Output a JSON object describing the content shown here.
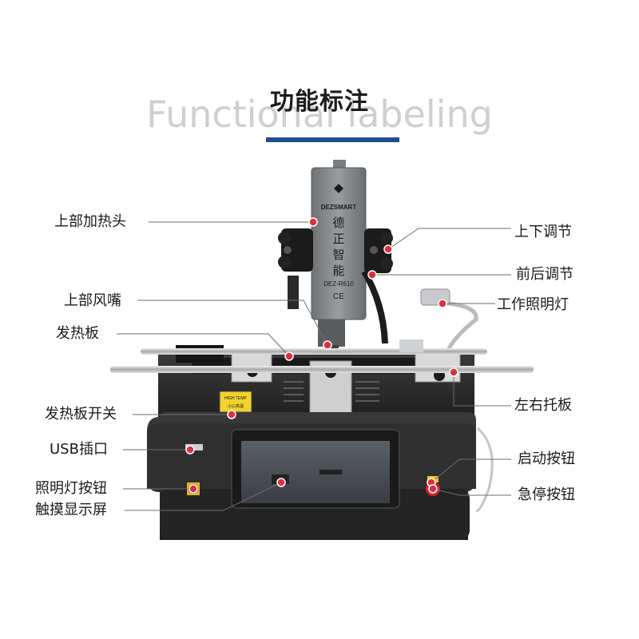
{
  "header": {
    "title_cn": "功能标注",
    "title_en": "Functional labeling"
  },
  "device": {
    "brand": "DEZSMART",
    "head_chars": [
      "德",
      "正",
      "智",
      "能"
    ],
    "model": "DEZ-R610",
    "ce_mark": "CE",
    "warning_top": "HIGH TEMP",
    "warning_bottom": "小心高温"
  },
  "labels": {
    "top_heater": "上部加热头",
    "up_down": "上下调节",
    "front_back": "前后调节",
    "top_nozzle": "上部风嘴",
    "work_light": "工作照明灯",
    "heating_plate": "发热板",
    "lr_bracket": "左右托板",
    "heating_switch": "发热板开关",
    "usb": "USB插口",
    "start_button": "启动按钮",
    "light_button": "照明灯按钮",
    "emergency_stop": "急停按钮",
    "touchscreen": "触摸显示屏"
  },
  "colors": {
    "accent_bar": "#1f4f8c",
    "marker": "#d8323e",
    "body_dark": "#2b2b2b",
    "head_gray": "#8a8d90"
  }
}
